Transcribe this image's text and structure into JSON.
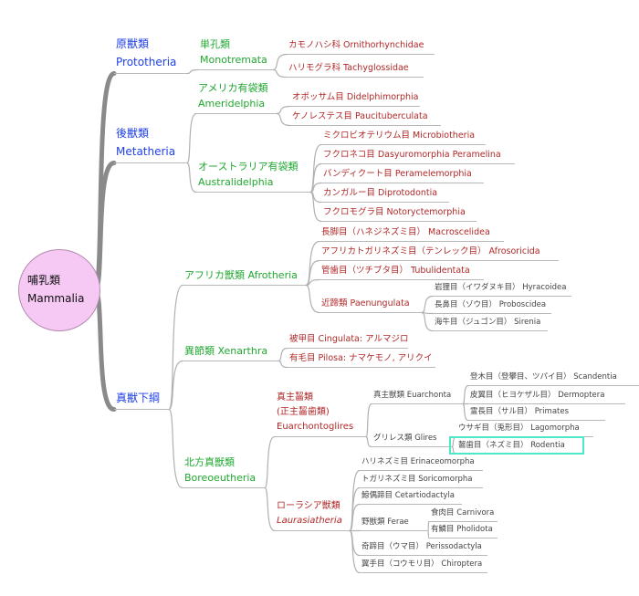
{
  "root": {
    "ja": "哺乳類",
    "en": "Mammalia"
  },
  "prototheria": {
    "ja": "原獣類",
    "en": "Prototheria"
  },
  "monotremata": {
    "ja": "単孔類",
    "en": "Monotremata",
    "children": [
      "カモノハシ科 Ornithorhynchidae",
      "ハリモグラ科 Tachyglossidae"
    ]
  },
  "metatheria": {
    "ja": "後獣類",
    "en": "Metatheria"
  },
  "ameridelphia": {
    "ja": "アメリカ有袋類",
    "en": "Ameridelphia",
    "children": [
      "オポッサム目 Didelphimorphia",
      "ケノレステス目 Paucituberculata"
    ]
  },
  "australidelphia": {
    "ja": "オーストラリア有袋類",
    "en": "Australidelphia",
    "children": [
      "ミクロビオテリウム目 Microbiotheria",
      "フクロネコ目 Dasyuromorphia Peramelina",
      "バンディクート目 Peramelemorphia",
      "カンガルー目 Diprotodontia",
      "フクロモグラ目 Notoryctemorphia"
    ]
  },
  "eutheria": {
    "ja": "真獣下綱"
  },
  "afrotheria": {
    "label": "アフリカ獣類 Afrotheria",
    "children": [
      "長脚目（ハネジネズミ目） Macroscelidea",
      "アフリカトガリネズミ目（テンレック目） Afrosoricida",
      "管歯目（ツチブタ目） Tubulidentata"
    ]
  },
  "paenungulata": {
    "label": "近蹄類 Paenungulata",
    "children": [
      "岩狸目（イワダヌキ目） Hyracoidea",
      "長鼻目（ゾウ目） Proboscidea",
      "海牛目（ジュゴン目） Sirenia"
    ]
  },
  "xenarthra": {
    "label": "異節類 Xenarthra",
    "children": [
      "被甲目 Cingulata: アルマジロ",
      "有毛目 Pilosa: ナマケモノ, アリクイ"
    ]
  },
  "boreoeutheria": {
    "ja": "北方真獣類",
    "en": "Boreoeutheria"
  },
  "euarchontoglires": {
    "ja": "真主齧類",
    "ja2": "(正主齧歯類)",
    "en": "Euarchontoglires"
  },
  "euarchonta": {
    "label": "真主獣類 Euarchonta",
    "children": [
      "登木目（登攀目、ツパイ目） Scandentia",
      "皮翼目（ヒヨケザル目） Dermoptera",
      "霊長目（サル目） Primates"
    ]
  },
  "glires": {
    "label": "グリレス類 Glires",
    "children": [
      "ウサギ目（兎形目） Lagomorpha",
      "齧歯目（ネズミ目） Rodentia"
    ]
  },
  "laurasiatheria": {
    "ja": "ローラシア獣類",
    "en": "Laurasiatheria",
    "children": [
      "ハリネズミ目 Erinaceomorpha",
      "トガリネズミ目 Soricomorpha",
      "鯨偶蹄目 Cetartiodactyla",
      "奇蹄目（ウマ目） Perissodactyla",
      "翼手目（コウモリ目） Chiroptera"
    ]
  },
  "ferae": {
    "label": "野獣類 Ferae",
    "children": [
      "食肉目 Carnivora",
      "有鱗目 Pholidota"
    ]
  },
  "colors": {
    "level1": "#1f3fe8",
    "level2": "#20a830",
    "level3": "#b02828",
    "highlight": "#4de8c8"
  }
}
